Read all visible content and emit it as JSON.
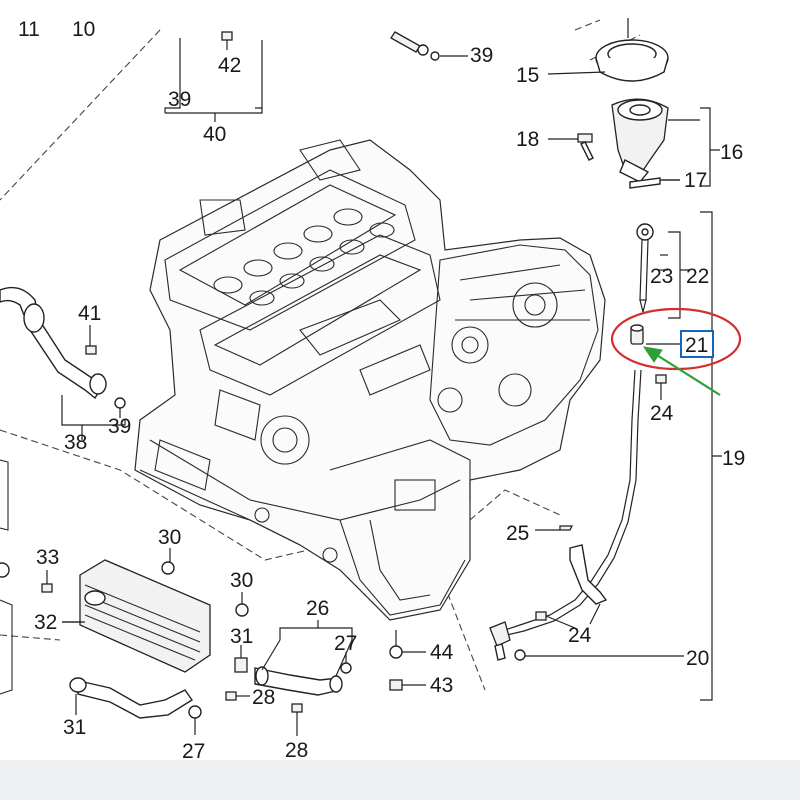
{
  "labels": {
    "l11": "11",
    "l10": "10",
    "l42": "42",
    "l39a": "39",
    "l39b": "39",
    "l40": "40",
    "l39c": "39",
    "l15": "15",
    "l16": "16",
    "l18": "18",
    "l17": "17",
    "l23": "23",
    "l22": "22",
    "l21": "21",
    "l24a": "24",
    "l19": "19",
    "l41": "41",
    "l38": "38",
    "l30a": "30",
    "l30b": "30",
    "l33": "33",
    "l32": "32",
    "l31a": "31",
    "l31b": "31",
    "l26": "26",
    "l27a": "27",
    "l27b": "27",
    "l28a": "28",
    "l28b": "28",
    "l44": "44",
    "l43": "43",
    "l25": "25",
    "l24b": "24",
    "l20": "20"
  },
  "highlight": {
    "callout_color": "#d32f2f",
    "box_color": "#1565c0",
    "arrow_color": "#2e9e3a"
  }
}
